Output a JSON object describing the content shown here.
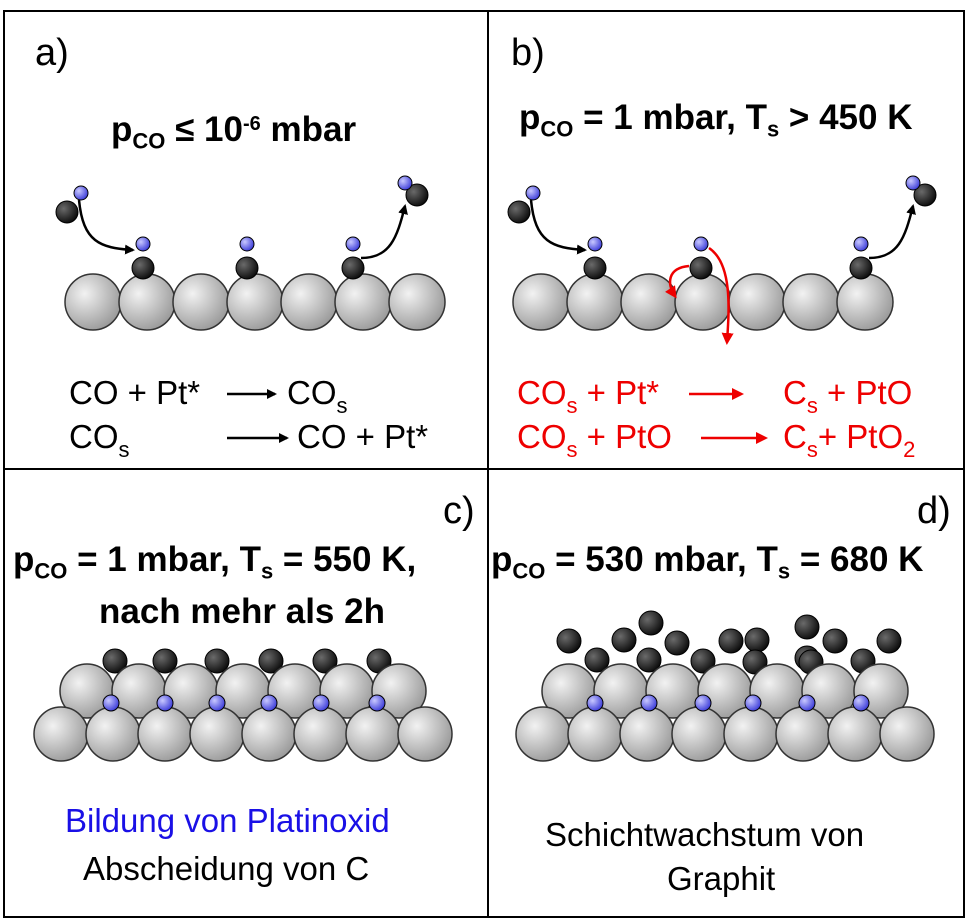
{
  "panel_a": {
    "label": "a)",
    "title_p": "p",
    "title_sub": "CO",
    "title_rel": " ≤ 10",
    "title_exp": "-6",
    "title_unit": " mbar",
    "eq1": {
      "left": "CO + Pt*",
      "right_main": "CO",
      "right_sub": "s",
      "right_rest": ""
    },
    "eq2": {
      "left_main": "CO",
      "left_sub": "s",
      "right": "CO + Pt*"
    }
  },
  "panel_b": {
    "label": "b)",
    "title_p": "p",
    "title_sub": "CO",
    "title_mid": " = 1 mbar, T",
    "title_sub2": "s",
    "title_end": " > 450 K",
    "eq1": {
      "l_main": "CO",
      "l_sub": "s",
      "l_rest": " + Pt*",
      "r_main": "C",
      "r_sub": "s",
      "r_rest": " + PtO"
    },
    "eq2": {
      "l_main": "CO",
      "l_sub": "s",
      "l_rest": " + PtO",
      "r_main": "C",
      "r_sub": "s",
      "r_rest": "+ PtO",
      "r_sub2": "2"
    }
  },
  "panel_c": {
    "label": "c)",
    "title_p": "p",
    "title_sub": "CO",
    "title_mid": " = 1 mbar, T",
    "title_sub2": "s",
    "title_end": " = 550 K,",
    "title_line2": "nach mehr als 2h",
    "caption1": "Bildung von Platinoxid",
    "caption2": "Abscheidung von C"
  },
  "panel_d": {
    "label": "d)",
    "title_p": "p",
    "title_sub": "CO",
    "title_mid": " = 530 mbar, T",
    "title_sub2": "s",
    "title_end": " = 680 K",
    "caption1": "Schichtwachstum von",
    "caption2": "Graphit"
  },
  "colors": {
    "pt_atom": "#c8c8c8",
    "carbon": "#1a1a1a",
    "oxygen": "#5a5ae8",
    "reaction_arrow": "#ee0000",
    "oxide_caption": "#1a10e6"
  }
}
